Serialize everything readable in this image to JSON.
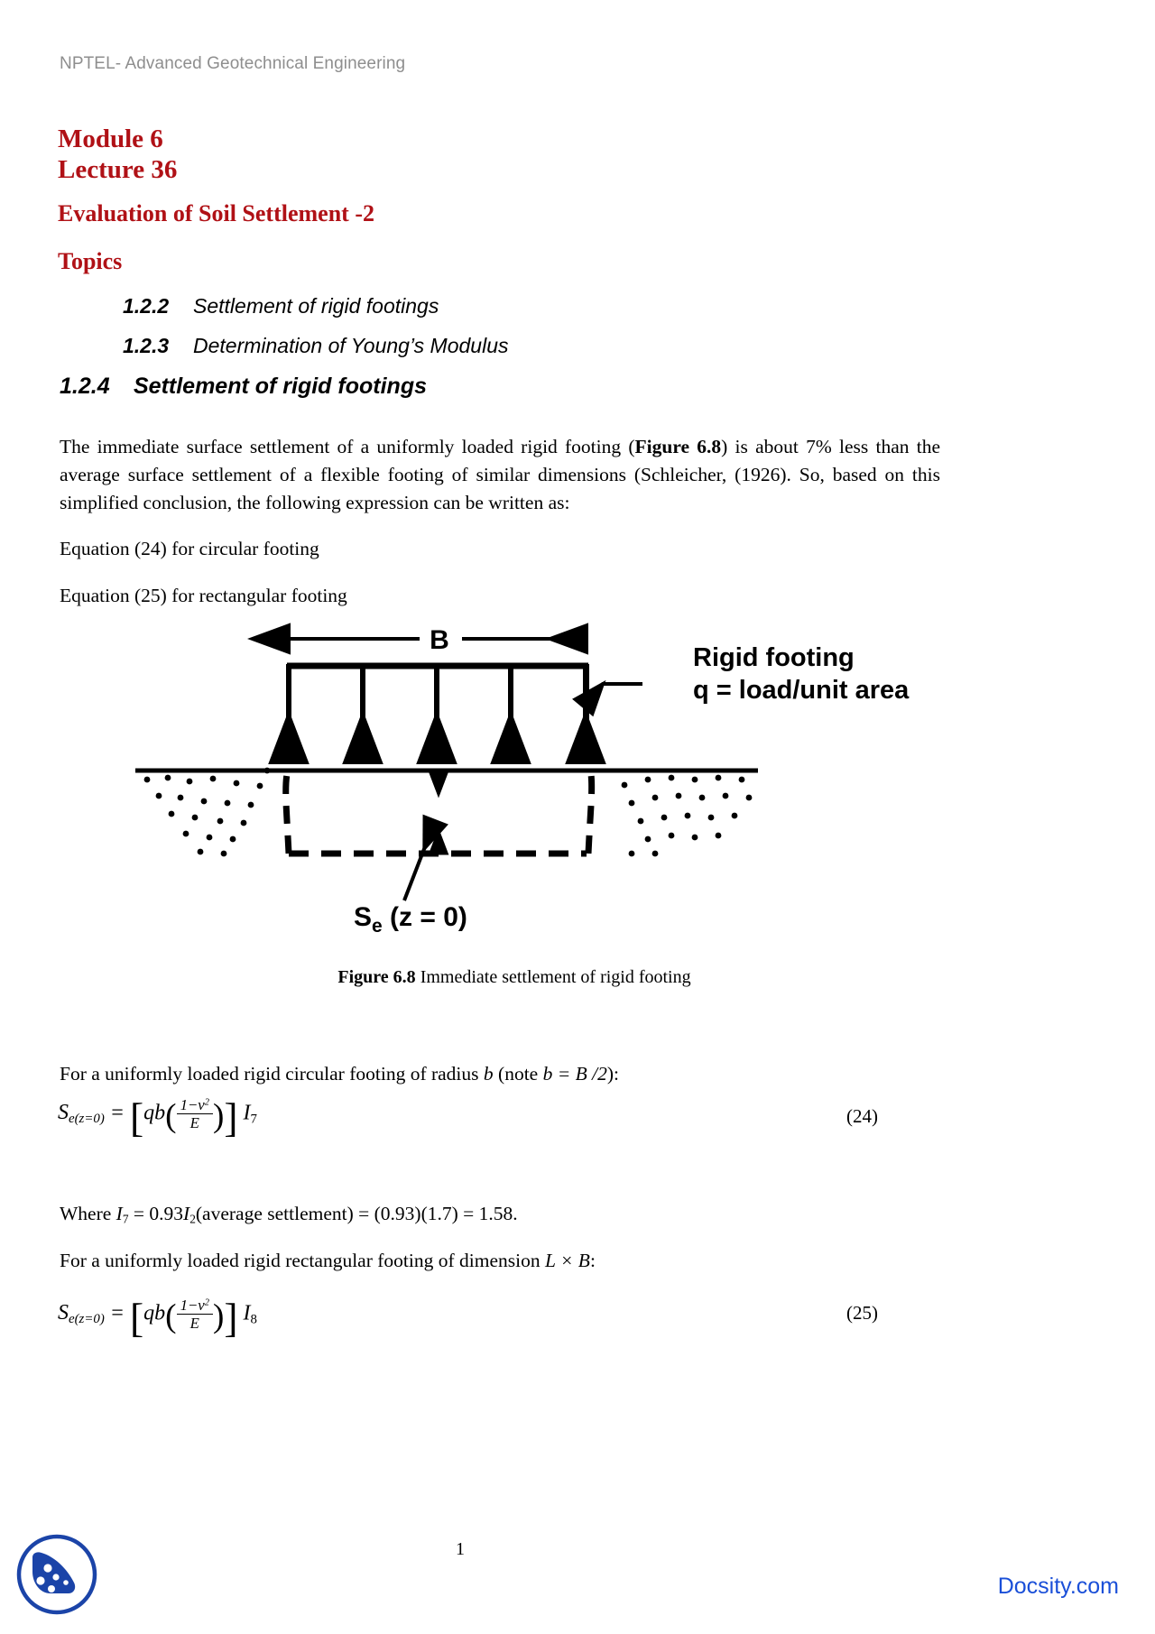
{
  "header": {
    "course": "NPTEL- Advanced Geotechnical Engineering"
  },
  "title": {
    "module": "Module 6",
    "lecture": "Lecture 36",
    "subject": "Evaluation of Soil Settlement -2",
    "topics_label": "Topics"
  },
  "topics": [
    {
      "number": "1.2.2",
      "label": "Settlement of rigid footings"
    },
    {
      "number": "1.2.3",
      "label": "Determination of Young’s Modulus"
    }
  ],
  "section": {
    "number": "1.2.4",
    "label": "Settlement of rigid footings"
  },
  "body": {
    "paragraph1_a": "The immediate surface settlement of a uniformly loaded rigid footing (",
    "paragraph1_fig": "Figure 6.8",
    "paragraph1_b": ") is about 7% less than the average surface settlement of a flexible footing of similar dimensions (Schleicher, (1926). So, based on this simplified conclusion, the following expression can be written as:",
    "eq24_line": "Equation (24) for circular footing",
    "eq25_line": "Equation (25) for rectangular footing",
    "circular_intro_a": "For a uniformly loaded rigid circular footing of radius ",
    "circular_intro_b": "b",
    "circular_intro_c": " (note ",
    "circular_intro_d": "b = B /2",
    "circular_intro_e": "):",
    "where_line_a": "Where ",
    "where_line_b": " = 0.93",
    "where_line_c": "(average settlement) = (0.93)(1.7) = 1.58.",
    "rect_intro_a": "For a uniformly loaded rigid rectangular footing of dimension ",
    "rect_intro_b": "L × B",
    "rect_intro_c": ":"
  },
  "equations": {
    "eq24": {
      "lhs_var": "S",
      "lhs_sub": "e(z=0)",
      "equals": "=",
      "q": "q",
      "b": "b",
      "numerator": "1−v",
      "num_sup": "2",
      "denominator": "E",
      "index": "I",
      "index_sub": "7",
      "number": "(24)"
    },
    "eq25": {
      "lhs_var": "S",
      "lhs_sub": "e(z=0)",
      "equals": "=",
      "q": "q",
      "b": "b",
      "numerator": "1−v",
      "num_sup": "2",
      "denominator": "E",
      "index": "I",
      "index_sub": "8",
      "number": "(25)"
    }
  },
  "figure": {
    "caption_bold": "Figure 6.8",
    "caption_text": "Immediate settlement of rigid footing",
    "width_label": "B",
    "footing_label_line1": "Rigid footing",
    "footing_label_line2": "q = load/unit area",
    "settlement_label_main": "S",
    "settlement_label_sub": "e",
    "settlement_label_rest": " (z = 0)"
  },
  "footer": {
    "page_number": "1",
    "brand": "Docsity.com",
    "brand_color": "#1a4fd8"
  }
}
